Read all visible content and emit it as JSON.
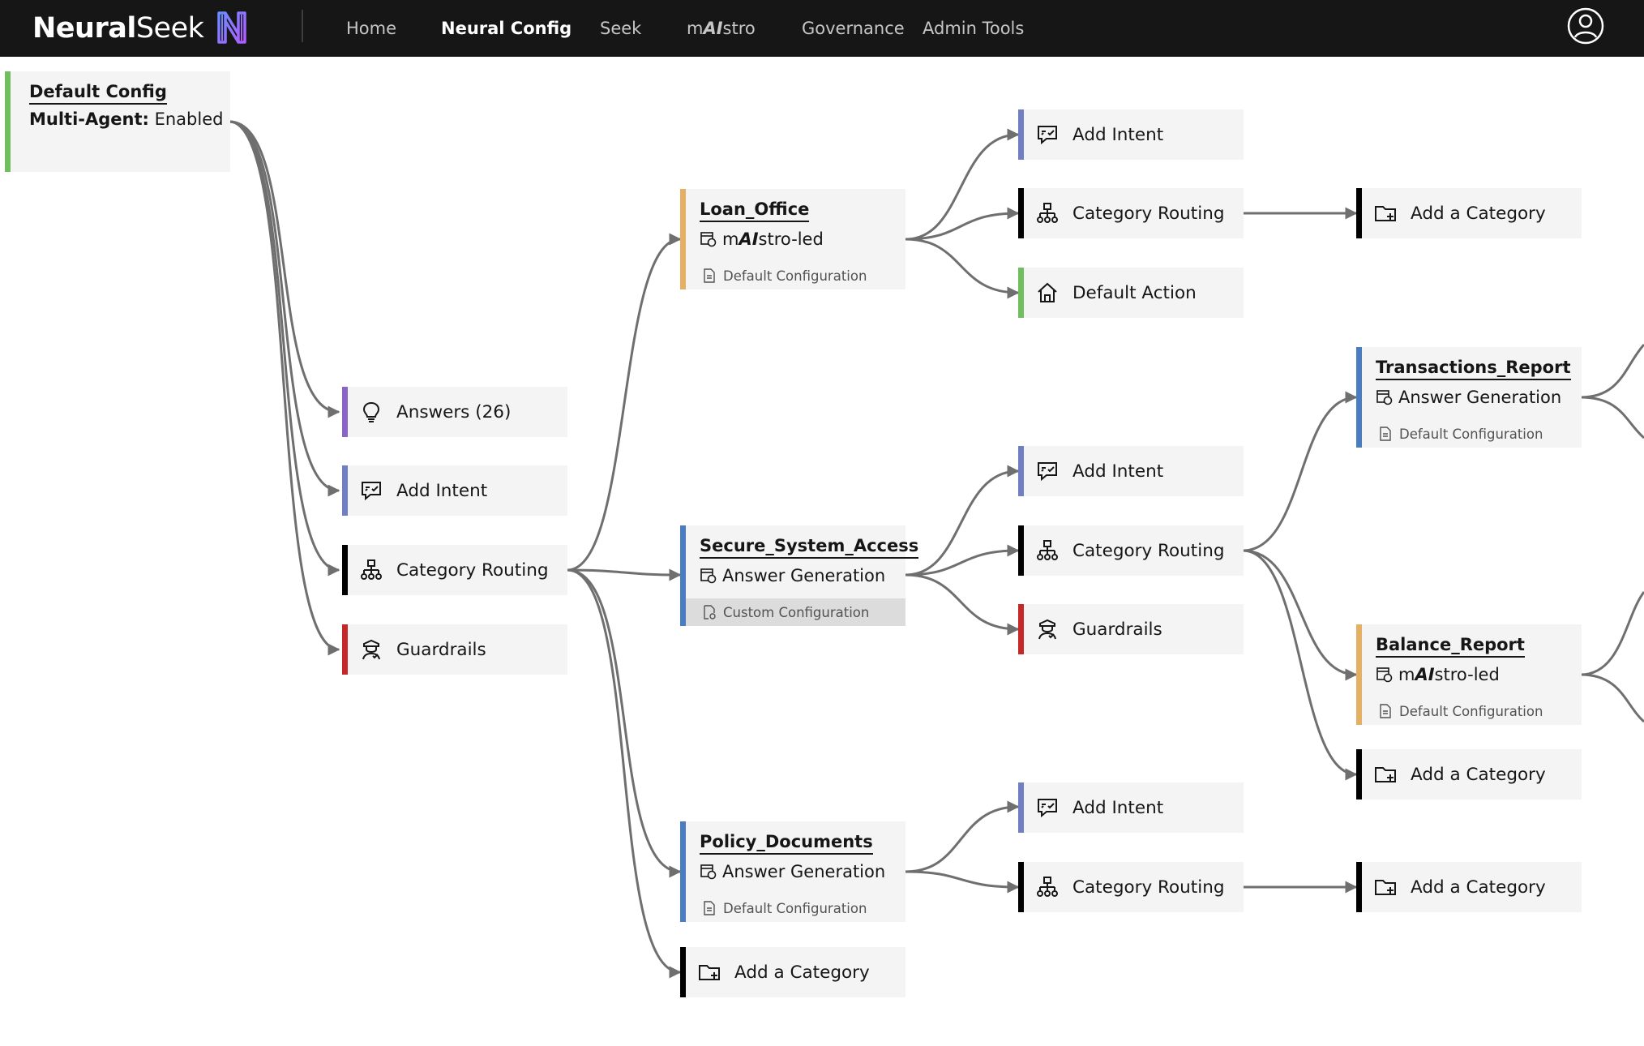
{
  "header": {
    "brand_bold": "Neural",
    "brand_light": "Seek",
    "nav": {
      "home": "Home",
      "neural_config": "Neural Config",
      "seek": "Seek",
      "maistro_m": "m",
      "maistro_ai": "AI",
      "maistro_stro": "stro",
      "governance": "Governance",
      "admin_tools": "Admin Tools"
    }
  },
  "colors": {
    "purple": "#8a63c7",
    "slate": "#6f7fc1",
    "black": "#000000",
    "red": "#c42828",
    "orange": "#e6b064",
    "blue": "#4a7cc0",
    "green": "#6fbf5f",
    "link": "#6f6f6f"
  },
  "root": {
    "title": "Default Config",
    "multi_agent_label": "Multi-Agent:",
    "multi_agent_value": " Enabled"
  },
  "level1": {
    "answers": "Answers (26)",
    "add_intent": "Add Intent",
    "category_routing": "Category Routing",
    "guardrails": "Guardrails"
  },
  "agents": {
    "loan_office": {
      "title": "Loan_Office",
      "mode_m": "m",
      "mode_ai": "AI",
      "mode_rest": "stro-led",
      "config": "Default Configuration"
    },
    "secure_system_access": {
      "title": "Secure_System_Access",
      "mode": "Answer Generation",
      "config": "Custom Configuration"
    },
    "policy_documents": {
      "title": "Policy_Documents",
      "mode": "Answer Generation",
      "config": "Default Configuration"
    },
    "transactions_report": {
      "title": "Transactions_Report",
      "mode": "Answer Generation",
      "config": "Default Configuration"
    },
    "balance_report": {
      "title": "Balance_Report",
      "mode_m": "m",
      "mode_ai": "AI",
      "mode_rest": "stro-led",
      "config": "Default Configuration"
    }
  },
  "level2": {
    "add_a_category": "Add a Category"
  },
  "loan_children": {
    "add_intent": "Add Intent",
    "category_routing": "Category Routing",
    "default_action": "Default Action",
    "add_a_category": "Add a Category"
  },
  "secure_children": {
    "add_intent": "Add Intent",
    "category_routing": "Category Routing",
    "guardrails": "Guardrails",
    "add_a_category": "Add a Category"
  },
  "policy_children": {
    "add_intent": "Add Intent",
    "category_routing": "Category Routing",
    "add_a_category": "Add a Category"
  }
}
